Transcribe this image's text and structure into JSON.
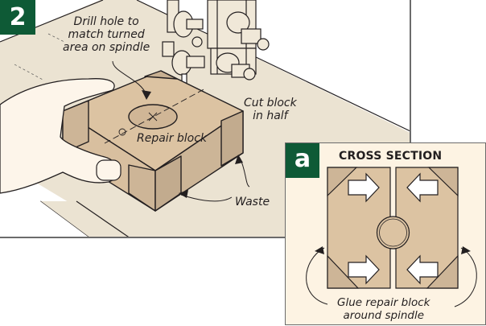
{
  "figure": {
    "step_number": "2",
    "labels": {
      "drill_hole": [
        "Drill hole to",
        "match turned",
        "area on spindle"
      ],
      "cut_block": [
        "Cut block",
        "in half"
      ],
      "repair_block": "Repair block",
      "waste": "Waste"
    }
  },
  "inset": {
    "badge": "a",
    "title": "CROSS SECTION",
    "caption": [
      "Glue repair block",
      "around spindle"
    ]
  },
  "colors": {
    "brand_green": "#0e5a36",
    "table_surface": "#ebe3d2",
    "wood_face": "#dcc3a2",
    "wood_side": "#cdb597",
    "inset_bg": "#fdf3e3",
    "skin": "#fdf5ea",
    "line": "#231f20"
  }
}
